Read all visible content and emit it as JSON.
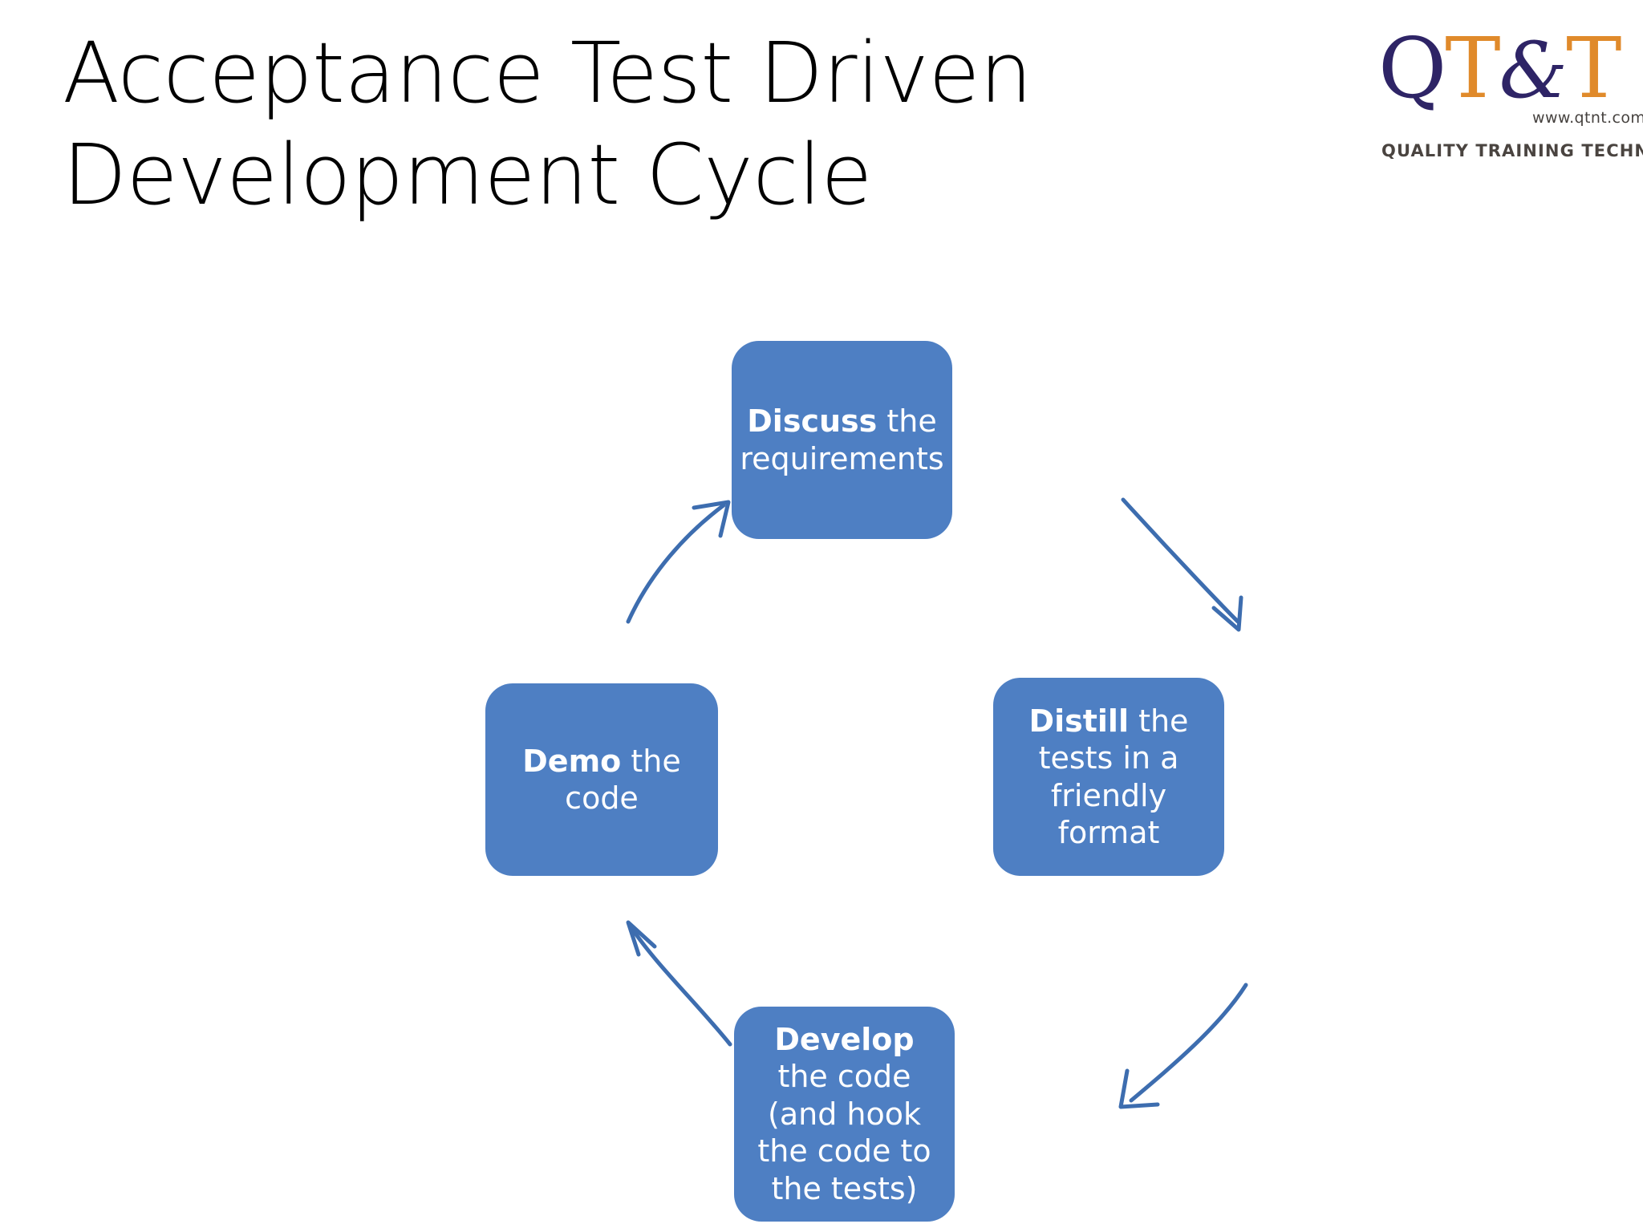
{
  "slide": {
    "title": "Acceptance Test Driven\nDevelopment Cycle",
    "background_color": "#FFFFFF"
  },
  "logo": {
    "name": "qtt-logo",
    "letter_q": "Q",
    "letter_t1": "T",
    "ampersand": "&",
    "letter_t2": "T",
    "url": "www.qtnt.com",
    "tagline": "QUALITY  TRAINING  TECHNOLOGY",
    "colors": {
      "navy": "#2E2466",
      "orange": "#E08A2B",
      "tagline_gray": "#4A4440"
    }
  },
  "diagram": {
    "type": "cycle",
    "node_fill_color": "#4E7FC3",
    "node_text_color": "#FFFFFF",
    "arrow_color": "#3D6DAF",
    "nodes": [
      {
        "id": "discuss",
        "emphasis": "Discuss",
        "rest": " the requirements",
        "full_text": "Discuss the requirements",
        "position": "top"
      },
      {
        "id": "distill",
        "emphasis": "Distill",
        "rest": " the tests in a friendly format",
        "full_text": "Distill the tests in a friendly format",
        "position": "right"
      },
      {
        "id": "develop",
        "emphasis": "Develop",
        "rest": " the code (and hook the code to the tests)",
        "full_text": "Develop the code (and hook the code to the tests)",
        "position": "bottom"
      },
      {
        "id": "demo",
        "emphasis": "Demo",
        "rest": " the code",
        "full_text": "Demo the code",
        "position": "left"
      }
    ],
    "arrows": [
      {
        "id": "discuss-to-distill",
        "from": "discuss",
        "to": "distill"
      },
      {
        "id": "distill-to-develop",
        "from": "distill",
        "to": "develop"
      },
      {
        "id": "develop-to-demo",
        "from": "develop",
        "to": "demo"
      },
      {
        "id": "demo-to-discuss",
        "from": "demo",
        "to": "discuss"
      }
    ]
  }
}
